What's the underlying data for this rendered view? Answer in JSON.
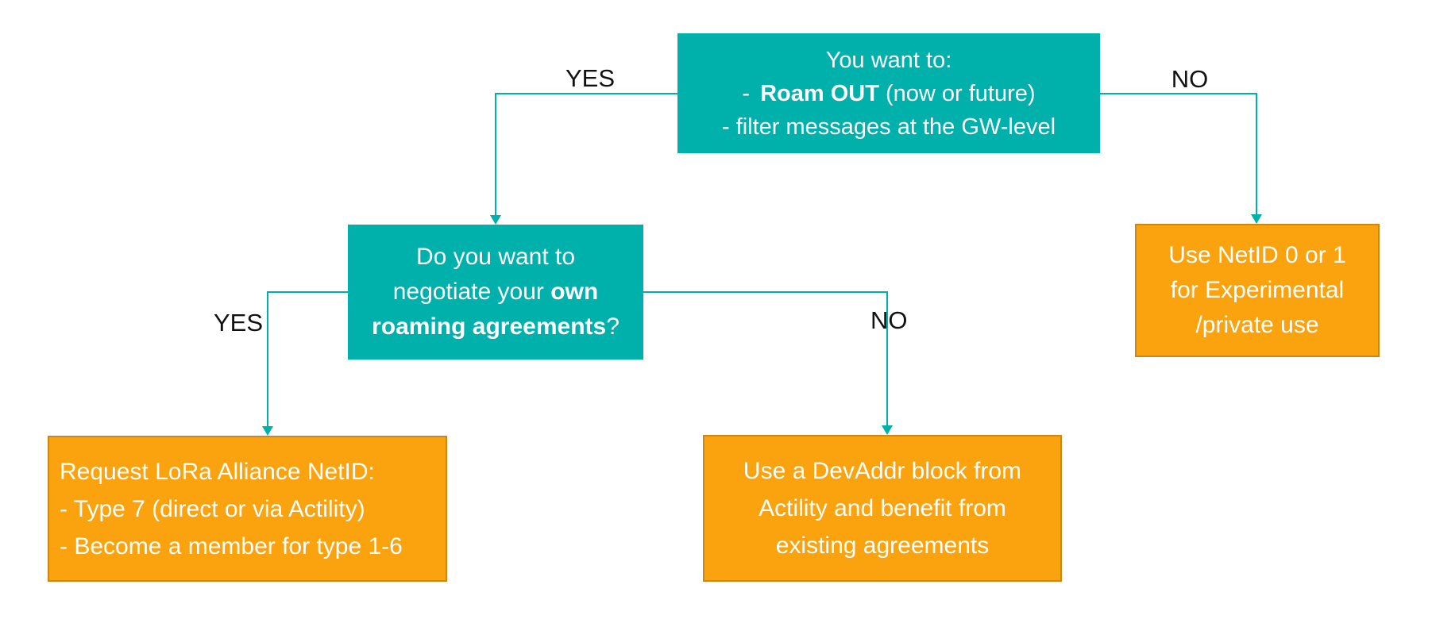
{
  "colors": {
    "teal": "#00b0ab",
    "orange_fill": "#faa30e",
    "orange_border": "#c8881a",
    "box_text": "#ffffff",
    "edge_label_text": "#111111",
    "background": "#ffffff"
  },
  "nodes": {
    "root": {
      "line1": "You want to:",
      "line2_dash": "-",
      "line2_bold": "Roam OUT",
      "line2_rest": " (now or future)",
      "line3": "- filter messages at the GW-level"
    },
    "negotiate": {
      "line1": "Do you want to",
      "line2_pre": "negotiate your ",
      "line2_bold": "own",
      "line3_bold": "roaming agreements",
      "line3_post": "?"
    },
    "netid01": {
      "line1": "Use NetID 0 or 1",
      "line2": "for Experimental",
      "line3": "/private use"
    },
    "request_netid": {
      "line1": "Request LoRa Alliance NetID:",
      "line2": "- Type 7 (direct or via Actility)",
      "line3": "- Become a member for type 1-6"
    },
    "devaddr": {
      "line1": "Use a DevAddr block from",
      "line2": "Actility and benefit from",
      "line3": "existing agreements"
    }
  },
  "labels": {
    "root_yes": "YES",
    "root_no": "NO",
    "negotiate_yes": "YES",
    "negotiate_no": "NO"
  }
}
